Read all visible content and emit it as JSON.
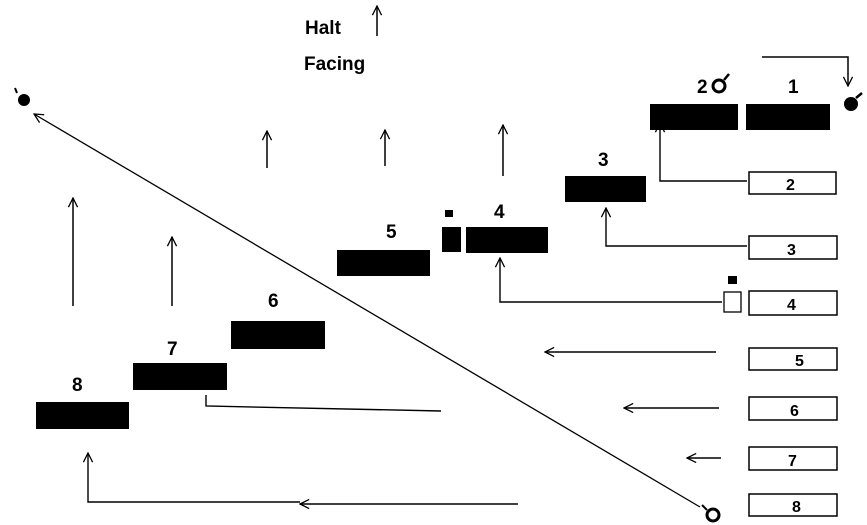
{
  "header": {
    "line1": "Halt",
    "line2": "Facing"
  },
  "positions": {
    "n1": "1",
    "n2": "2",
    "n3": "3",
    "n4": "4",
    "n5": "5",
    "n6": "6",
    "n7": "7",
    "n8": "8"
  },
  "start_boxes": [
    "2",
    "3",
    "4",
    "5",
    "6",
    "7",
    "8"
  ],
  "colors": {
    "ink": "#000000",
    "paper": "#ffffff"
  },
  "icons": [
    "male-symbol-icon",
    "gender-symbol-icon",
    "flag-icon"
  ]
}
